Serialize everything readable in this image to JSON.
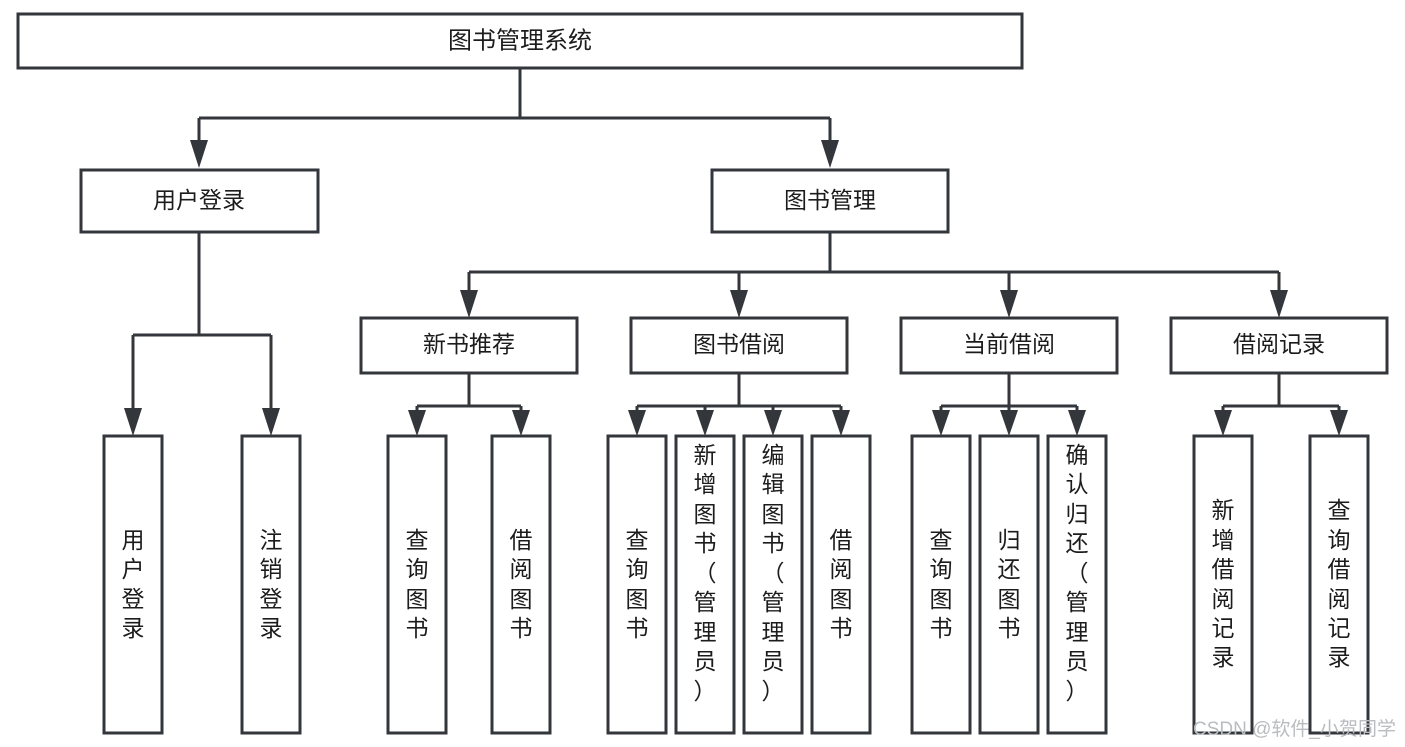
{
  "diagram": {
    "title": "图书管理系统",
    "type": "tree-hierarchy",
    "colors": {
      "box_stroke": "#33363b",
      "box_fill": "#ffffff",
      "connector": "#33363b",
      "text": "#1c1c1c",
      "watermark": "#b9bcc0",
      "background": "#ffffff"
    },
    "root": {
      "label": "图书管理系统"
    },
    "level2": [
      {
        "label": "用户登录"
      },
      {
        "label": "图书管理"
      }
    ],
    "level3": [
      {
        "label": "新书推荐"
      },
      {
        "label": "图书借阅"
      },
      {
        "label": "当前借阅"
      },
      {
        "label": "借阅记录"
      }
    ],
    "leaves": {
      "user_login": [
        {
          "label": "用户登录",
          "lines": [
            "用",
            "户",
            "登",
            "录"
          ]
        },
        {
          "label": "注销登录",
          "lines": [
            "注",
            "销",
            "登",
            "录"
          ]
        }
      ],
      "new_book_recommend": [
        {
          "label": "查询图书",
          "lines": [
            "查",
            "询",
            "图",
            "书"
          ]
        },
        {
          "label": "借阅图书",
          "lines": [
            "借",
            "阅",
            "图",
            "书"
          ]
        }
      ],
      "book_borrow": [
        {
          "label": "查询图书",
          "lines": [
            "查",
            "询",
            "图",
            "书"
          ]
        },
        {
          "label": "新增图书（管理员）",
          "lines": [
            "新",
            "增",
            "图",
            "书",
            "（",
            "管",
            "理",
            "员",
            "）"
          ]
        },
        {
          "label": "编辑图书（管理员）",
          "lines": [
            "编",
            "辑",
            "图",
            "书",
            "（",
            "管",
            "理",
            "员",
            "）"
          ]
        },
        {
          "label": "借阅图书",
          "lines": [
            "借",
            "阅",
            "图",
            "书"
          ]
        }
      ],
      "current_borrow": [
        {
          "label": "查询图书",
          "lines": [
            "查",
            "询",
            "图",
            "书"
          ]
        },
        {
          "label": "归还图书",
          "lines": [
            "归",
            "还",
            "图",
            "书"
          ]
        },
        {
          "label": "确认归还（管理员）",
          "lines": [
            "确",
            "认",
            "归",
            "还",
            "（",
            "管",
            "理",
            "员",
            "）"
          ]
        }
      ],
      "borrow_record": [
        {
          "label": "新增借阅记录",
          "lines": [
            "新",
            "增",
            "借",
            "阅",
            "记",
            "录"
          ]
        },
        {
          "label": "查询借阅记录",
          "lines": [
            "查",
            "询",
            "借",
            "阅",
            "记",
            "录"
          ]
        }
      ]
    },
    "watermark": "CSDN @软件_小贺同学"
  }
}
